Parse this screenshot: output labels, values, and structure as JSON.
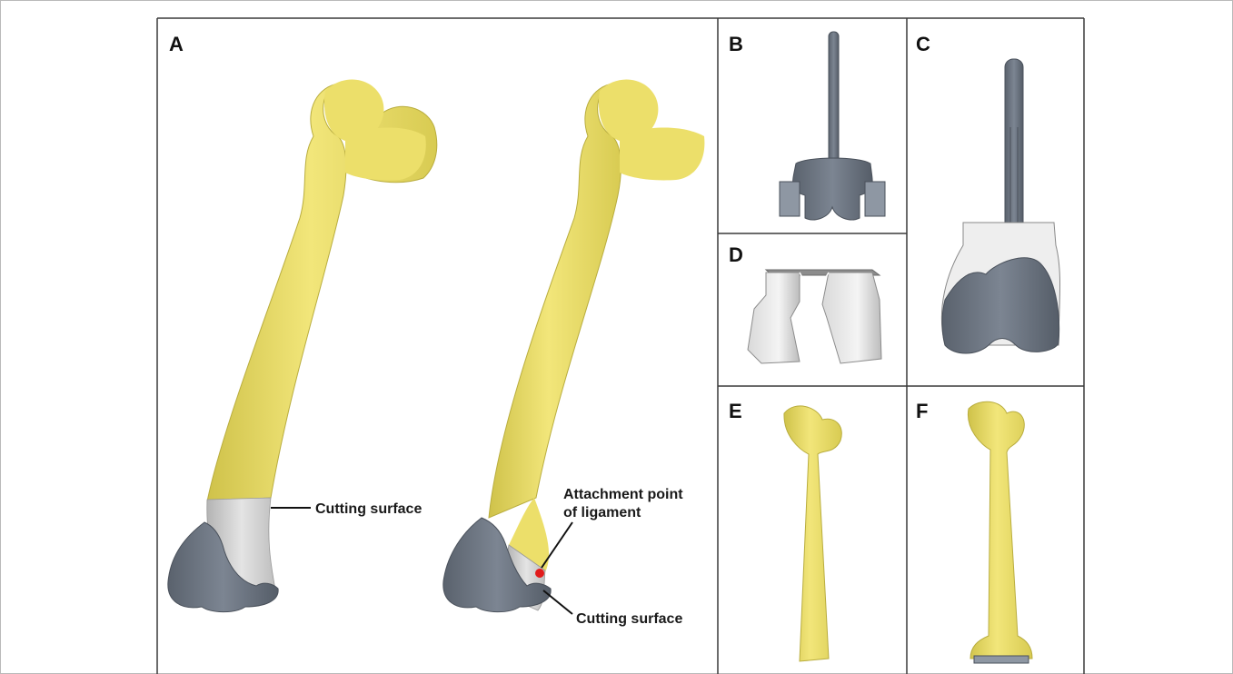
{
  "panels": {
    "a": {
      "letter": "A"
    },
    "b": {
      "letter": "B"
    },
    "c": {
      "letter": "C"
    },
    "d": {
      "letter": "D"
    },
    "e": {
      "letter": "E"
    },
    "f": {
      "letter": "F"
    }
  },
  "callouts": {
    "cutting_surface_left": "Cutting surface",
    "attachment_line1": "Attachment point",
    "attachment_line2": "of ligament",
    "cutting_surface_right": "Cutting surface"
  },
  "colors": {
    "bone": "#ecdf6a",
    "implant": "#6b7480",
    "cut_surface": "#c9c9c9",
    "ligament_point": "#e11b1b",
    "panel_border": "#3a3a3a"
  }
}
